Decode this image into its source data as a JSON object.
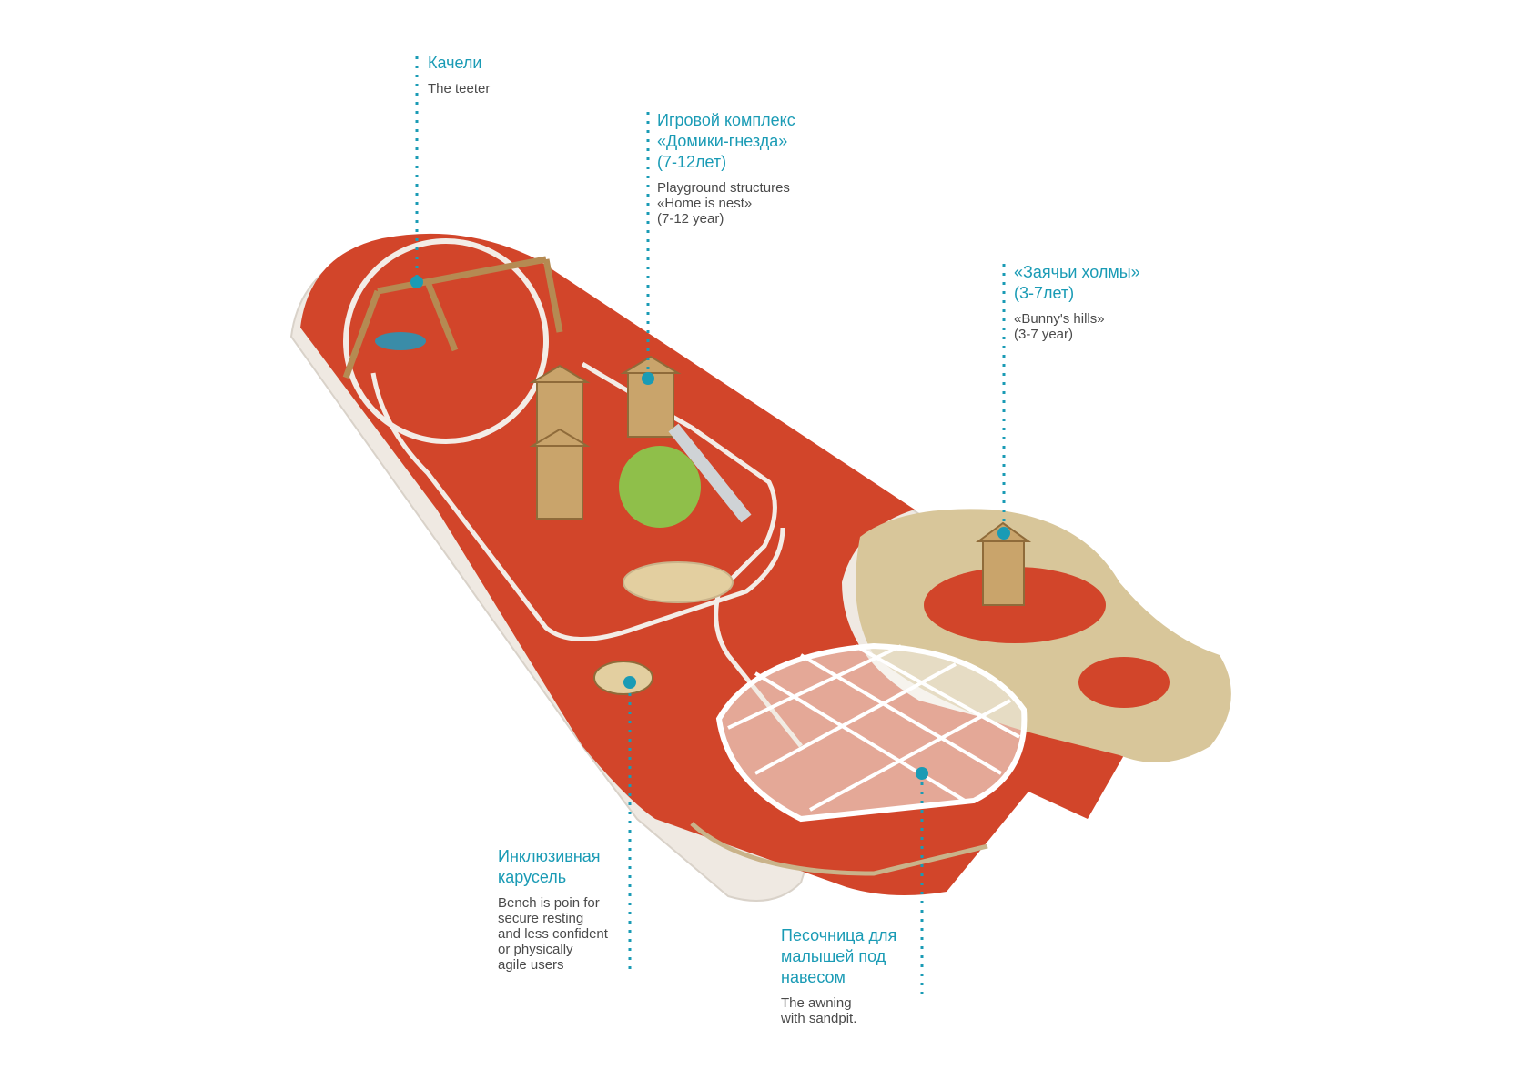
{
  "colors": {
    "accent": "#1a9bb5",
    "surface": "#d2452a",
    "track": "#f3ece6",
    "sand": "#d8c69a",
    "wood": "#c9a46b"
  },
  "labels": {
    "teeter": {
      "ru": [
        "Качели"
      ],
      "en": [
        "The teeter"
      ]
    },
    "nest": {
      "ru": [
        "Игровой комплекс",
        "«Домики-гнезда»",
        "(7-12лет)"
      ],
      "en": [
        "Playground structures",
        "«Home is nest»",
        "(7-12 year)"
      ]
    },
    "hills": {
      "ru": [
        "«Заячьи холмы»",
        "(3-7лет)"
      ],
      "en": [
        "«Bunny's hills»",
        "(3-7 year)"
      ]
    },
    "carousel": {
      "ru": [
        "Инклюзивная",
        "карусель"
      ],
      "en": [
        "Bench is poin for",
        "secure resting",
        " and less confident",
        "or physically",
        "agile users"
      ]
    },
    "sandpit": {
      "ru": [
        "Песочница для",
        "малышей под",
        "навесом"
      ],
      "en": [
        "The awning",
        "with sandpit."
      ]
    }
  }
}
